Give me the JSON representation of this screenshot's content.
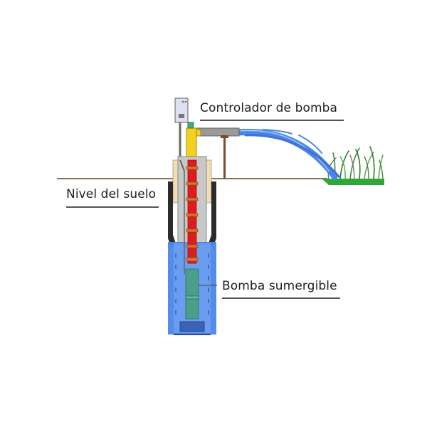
{
  "title": "Diagrama de bomba sumergible",
  "labels": {
    "controller": "Controlador de bomba",
    "ground_level": "Nivel del suelo",
    "submersible_pump": "Bomba sumergible"
  },
  "colors": {
    "ground_line": "#8b7355",
    "water": "#4a86e8",
    "riser_pipe": "#e01b1b",
    "outlet_fitting": "#f5d020",
    "casing": "#c8c8c8",
    "seal": "#2b2b2b",
    "sand": "#f3dcb0",
    "pump_body": "#4a9e8a",
    "grass": "#2fa83a",
    "controller_box": "#dde0f0"
  }
}
